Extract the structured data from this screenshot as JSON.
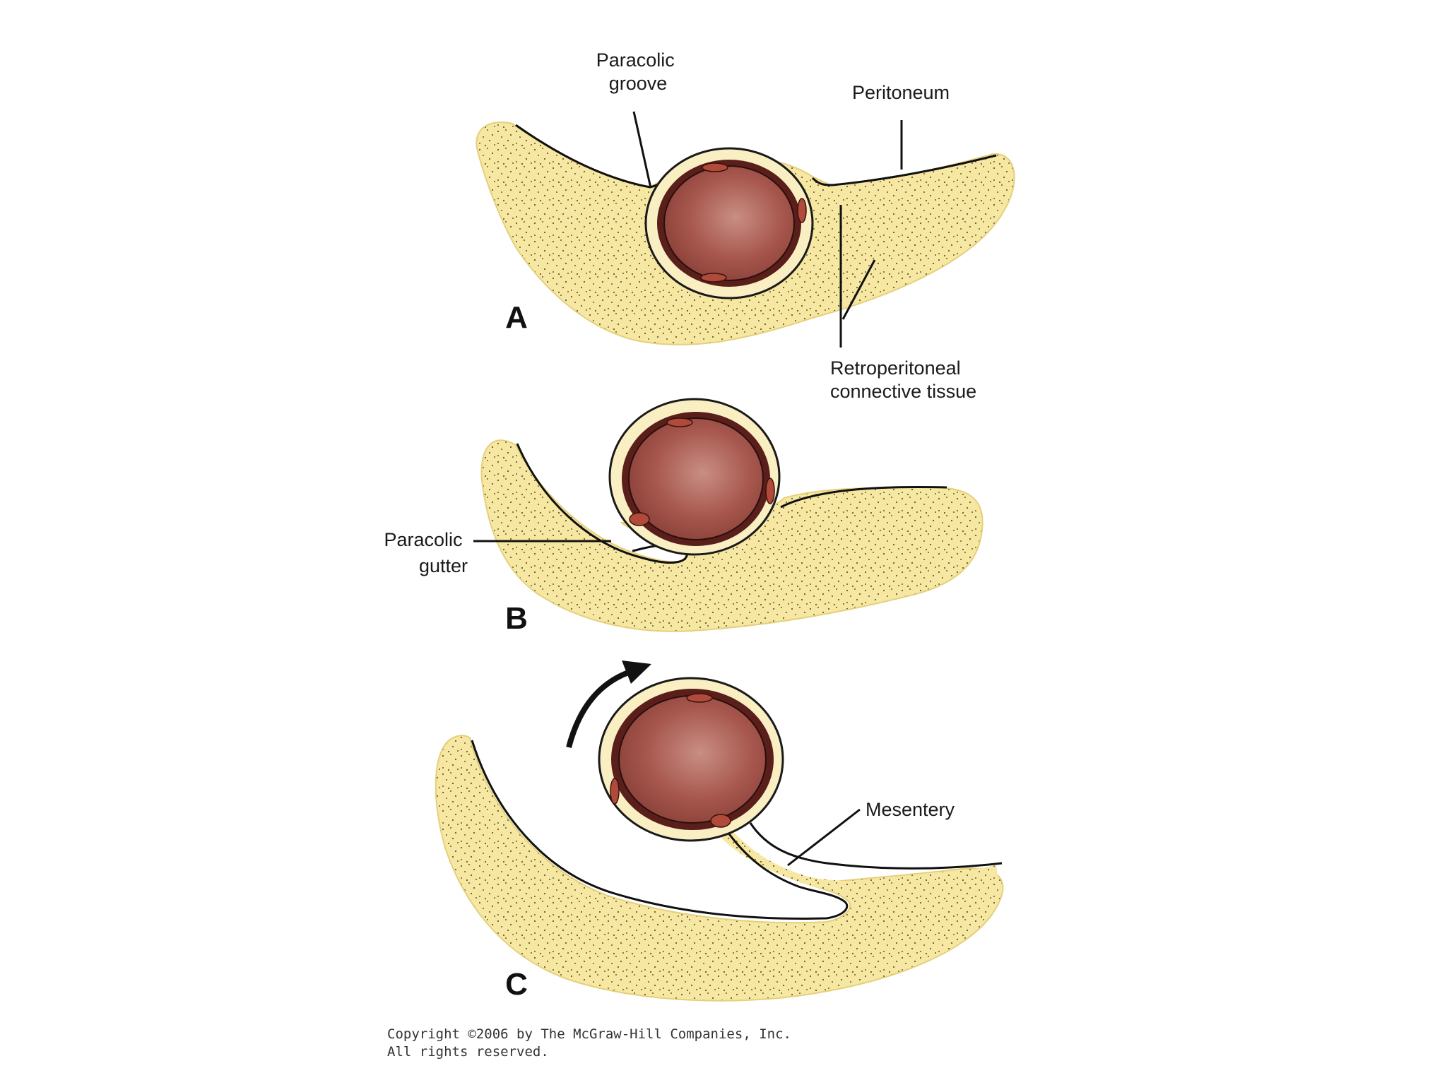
{
  "labels": {
    "paracolic_groove": [
      "Paracolic",
      "groove"
    ],
    "peritoneum": "Peritoneum",
    "retroperitoneal": [
      "Retroperitoneal",
      "connective tissue"
    ],
    "paracolic_gutter": [
      "Paracolic",
      "gutter"
    ],
    "mesentery": "Mesentery"
  },
  "panels": [
    "A",
    "B",
    "C"
  ],
  "copyright": [
    "Copyright ©2006 by The McGraw-Hill Companies, Inc.",
    "All rights reserved."
  ],
  "colors": {
    "tissue": "#f6e7a2",
    "tissue_edge": "#e5d07a",
    "lumen": "#9a4e45",
    "lumen_highlight": "#c98e84",
    "wall": "#5a1f1a",
    "serosa": "#f9efc2",
    "outline": "#1a1a1a"
  }
}
